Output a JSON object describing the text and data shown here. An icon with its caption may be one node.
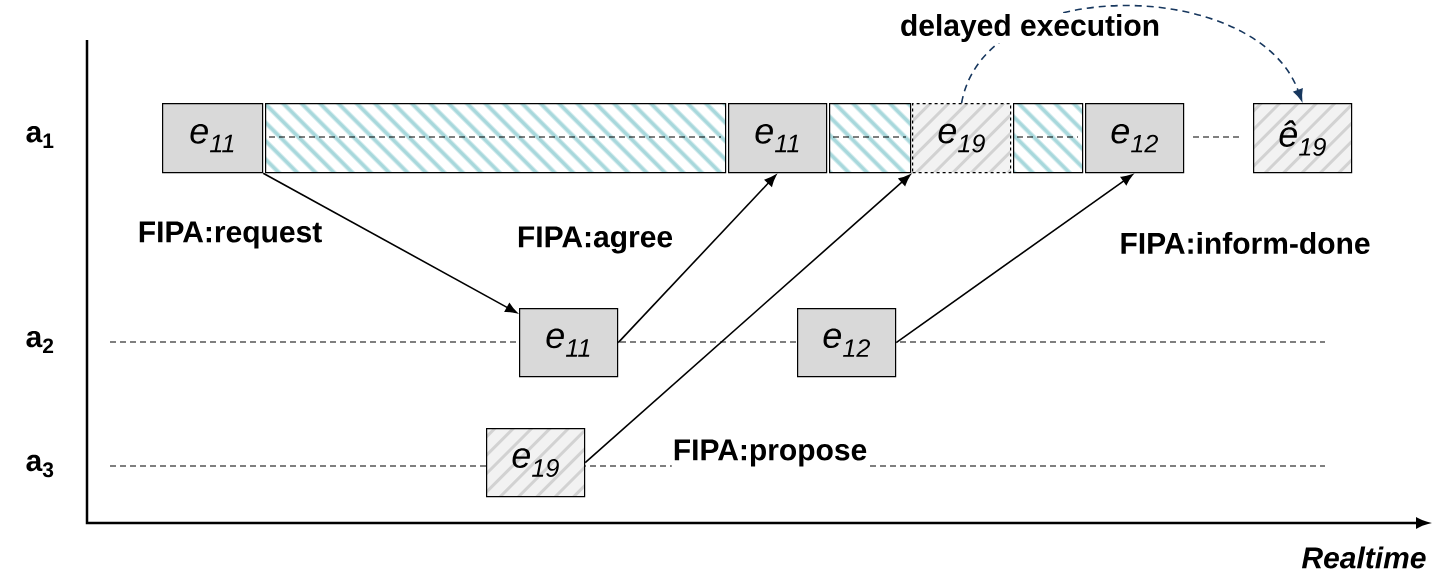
{
  "diagram": {
    "nodes": [
      {
        "text": [
          "e$_{11}$"
        ]
      },
      {
        "text": [],
        "shape": "bar"
      },
      {
        "text": [
          "e$_{11}$"
        ]
      },
      {
        "text": [],
        "shape": "bar"
      },
      {
        "text": [
          "e$_{19}$"
        ]
      },
      {
        "text": [],
        "shape": "bar"
      },
      {
        "text": [
          "e$_{12}$"
        ]
      },
      {
        "text": [
          "ê$_{19}$"
        ]
      },
      {
        "text": [
          "e$_{11}$"
        ]
      },
      {
        "text": [
          "e$_{12}$"
        ]
      },
      {
        "text": [
          "e$_{19}$"
        ]
      }
    ],
    "edges": [
      {
        "from": 0,
        "to": 8,
        "arrow": "to",
        "label": "FIPA:request"
      },
      {
        "from": 8,
        "to": 2,
        "arrow": "to",
        "label": "FIPA:agree"
      },
      {
        "from": 10,
        "to": 4,
        "arrow": "to",
        "label": "FIPA:propose"
      },
      {
        "from": 9,
        "to": 6,
        "arrow": "to",
        "label": "FIPA:inform-done"
      },
      {
        "from": 4,
        "to": 7,
        "arrow": "to",
        "label": "delayed execution",
        "style": "dashed",
        "color": "#17375e"
      }
    ],
    "labels": [
      "a$_{1}$",
      "a$_{2}$",
      "a$_{3}$",
      "Realtime"
    ]
  }
}
